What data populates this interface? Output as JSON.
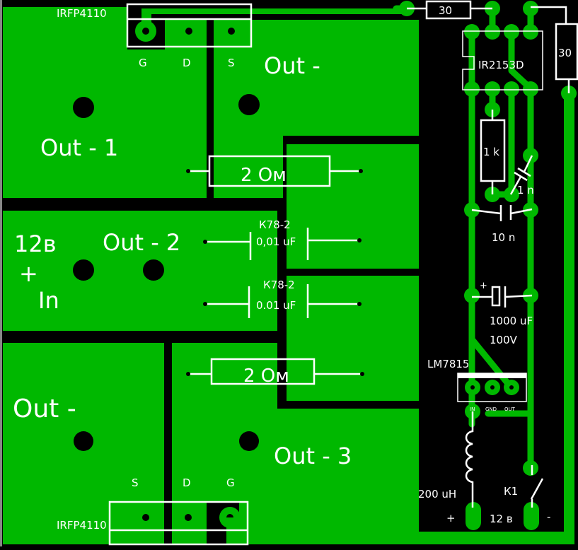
{
  "board": {
    "colors": {
      "copper": "#00b800",
      "background": "#000000",
      "silkscreen": "#ffffff"
    }
  },
  "labels": {
    "q1_part": "IRFP4110",
    "q1_pins": [
      "G",
      "D",
      "S"
    ],
    "q2_part": "IRFP4110",
    "q2_pins": [
      "S",
      "D",
      "G"
    ],
    "out_minus_top": "Out -",
    "out_1": "Out - 1",
    "out_2": "Out - 2",
    "out_3": "Out - 3",
    "out_minus_bottom": "Out -",
    "in_voltage": "12в",
    "in_plus": "+",
    "in_label": "In",
    "r_top": "2 Ом",
    "r_bottom": "2 Ом",
    "c1_type": "К78-2",
    "c1_value": "0,01 uF",
    "c2_type": "К78-2",
    "c2_value": "0.01 uF",
    "r30_h": "30",
    "r30_v": "30",
    "driver": "IR2153D",
    "r1k": "1 k",
    "c1n": "1 n",
    "c10n": "10 n",
    "cap_plus": "+",
    "c1000_value": "1000 uF",
    "c1000_voltage": "100V",
    "regulator": "LM7815",
    "reg_pins": [
      "IN",
      "GND",
      "OUT"
    ],
    "inductor": "200 uH",
    "switch": "К1",
    "supply_plus": "+",
    "supply_voltage": "12 в",
    "supply_minus": "-"
  }
}
